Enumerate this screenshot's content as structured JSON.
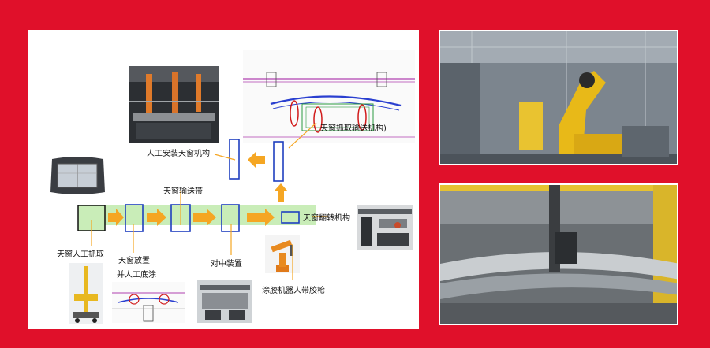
{
  "labels": {
    "manual_grab": "天窗人工抓取",
    "placement": "天窗放置",
    "manual_primer_line1": "并人工底涂",
    "conveyor": "天窗输送带",
    "centering": "对中装置",
    "robot_glue": "涂胶机器人带胶枪",
    "flip": "天窗翻转机构",
    "grab_convey": "天窗抓取输送机构)",
    "manual_install": "人工安装天窗机构"
  },
  "colors": {
    "background": "#e0102a",
    "box": "#1f3fbf",
    "arrow": "#f5a623",
    "track": "#c9edb8",
    "highlight": "#d11a1a"
  }
}
